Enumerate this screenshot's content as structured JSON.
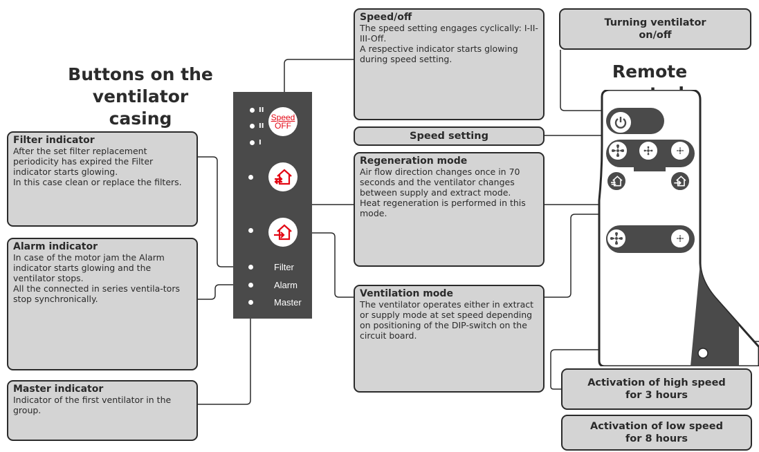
{
  "headings": {
    "casing": "Buttons on the\nventilator casing",
    "remote": "Remote control"
  },
  "casing_panel": {
    "speed_levels": [
      "II",
      "II",
      "I"
    ],
    "speed_button_top": "Speed",
    "speed_button_bottom": "OFF",
    "indicators": [
      "Filter",
      "Alarm",
      "Master"
    ]
  },
  "callouts": {
    "filter": {
      "title": "Filter indicator",
      "body": "After the set filter replacement periodicity has expired the Filter indicator starts glowing.\nIn this case clean or replace the filters."
    },
    "alarm": {
      "title": "Alarm indicator",
      "body": "In case of the motor jam the Alarm indicator starts glowing  and the ventilator stops.\nAll the connected in series ventila-tors stop synchronically."
    },
    "master": {
      "title": "Master indicator",
      "body": "Indicator of the first ventilator in the group."
    },
    "speed_off": {
      "title": "Speed/off",
      "body": "The speed setting engages cyclically: I-II-III-Off.\nA respective indicator starts glowing during speed setting."
    },
    "regeneration": {
      "title": "Regeneration mode",
      "body": "Air flow direction changes once in 70 seconds and the ventilator changes between supply and extract mode.\nHeat regeneration is performed in this mode."
    },
    "ventilation": {
      "title": "Ventilation mode",
      "body": "The ventilator operates either in extract or supply mode at set speed depending on positioning of the DIP-switch on the circuit board."
    }
  },
  "pills": {
    "turning": "Turning ventilator\non/off",
    "speed_setting": "Speed setting",
    "high_speed": "Activation of high speed\nfor 3 hours",
    "low_speed": "Activation of low speed\nfor 8 hours"
  },
  "colors": {
    "panel": "#4a4a4a",
    "box_fill": "#d4d4d4",
    "accent_red": "#e30613"
  }
}
